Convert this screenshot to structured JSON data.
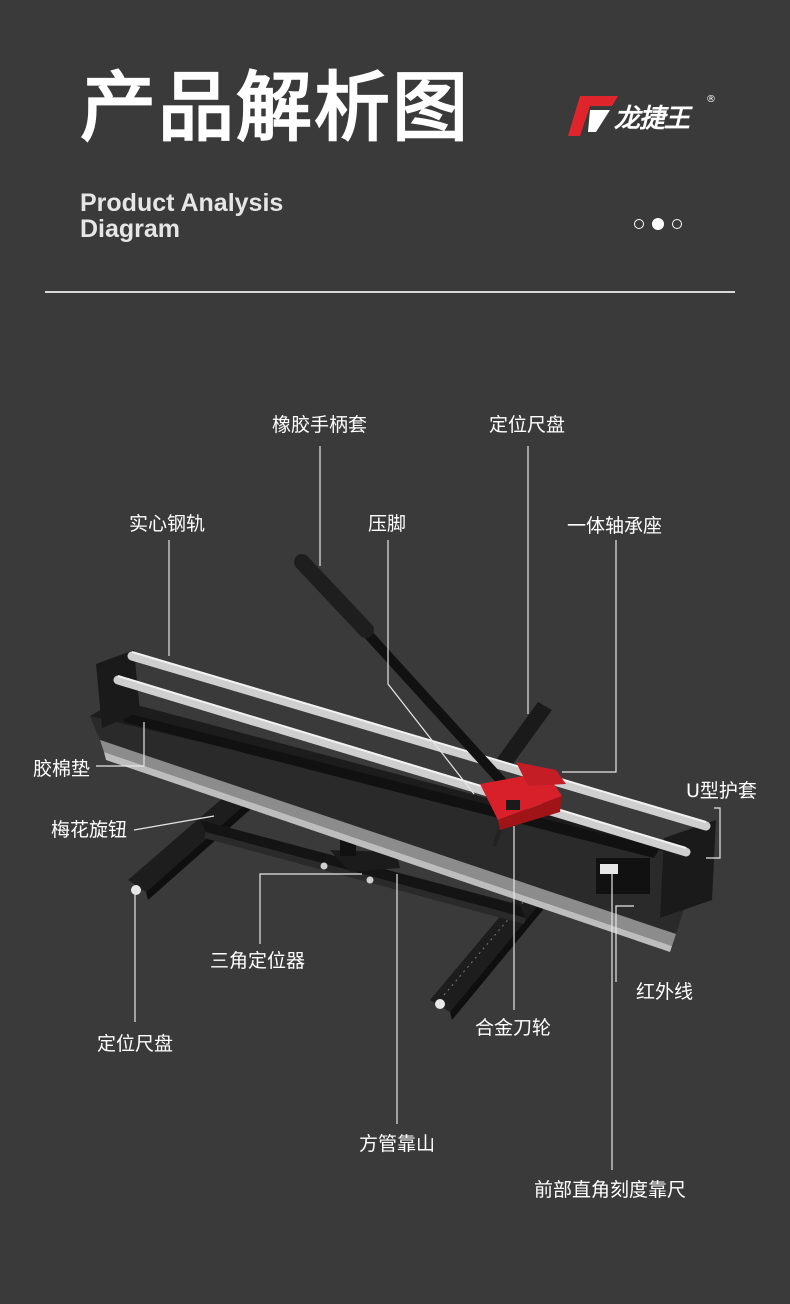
{
  "header": {
    "title": "产品解析图",
    "subtitle_line1": "Product Analysis",
    "subtitle_line2": "Diagram"
  },
  "brand": {
    "name": "龙捷王",
    "registered_mark": "®",
    "logo_color": "#e0242b"
  },
  "pager": {
    "count": 3,
    "active_index": 1
  },
  "callouts": {
    "rubber_handle_cover": "橡胶手柄套",
    "positioning_ruler_disc_top": "定位尺盘",
    "solid_steel_rail": "实心钢轨",
    "press_foot": "压脚",
    "integrated_bearing_seat": "一体轴承座",
    "foam_pad": "胶棉垫",
    "u_shaped_sleeve": "U型护套",
    "plum_knob": "梅花旋钮",
    "triangle_locator": "三角定位器",
    "infrared_line": "红外线",
    "alloy_cutter_wheel": "合金刀轮",
    "positioning_ruler_disc_bottom": "定位尺盘",
    "square_tube_fence": "方管靠山",
    "front_right_angle_scale_ruler": "前部直角刻度靠尺"
  },
  "colors": {
    "background": "#3a3a3a",
    "text": "#ffffff",
    "accent_red": "#d8202a",
    "leader_line": "#e6e6e6"
  }
}
